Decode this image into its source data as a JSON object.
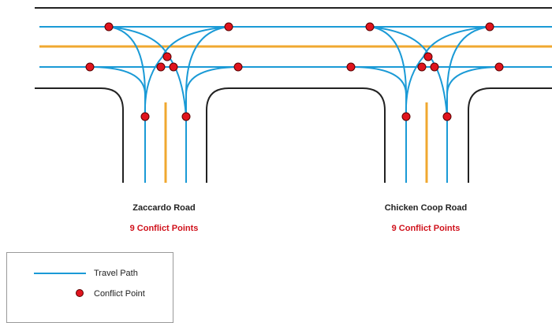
{
  "colors": {
    "travel_path": "#1a9ad6",
    "centerline": "#f0a830",
    "edge_line": "#222222",
    "conflict_point": "#e0141e",
    "conflict_text": "#d0121c"
  },
  "intersections": [
    {
      "road": "Zaccardo Road",
      "conflicts": "9 Conflict Points"
    },
    {
      "road": "Chicken Coop Road",
      "conflicts": "9 Conflict Points"
    }
  ],
  "legend": {
    "travel_path": "Travel Path",
    "conflict_point": "Conflict Point"
  }
}
